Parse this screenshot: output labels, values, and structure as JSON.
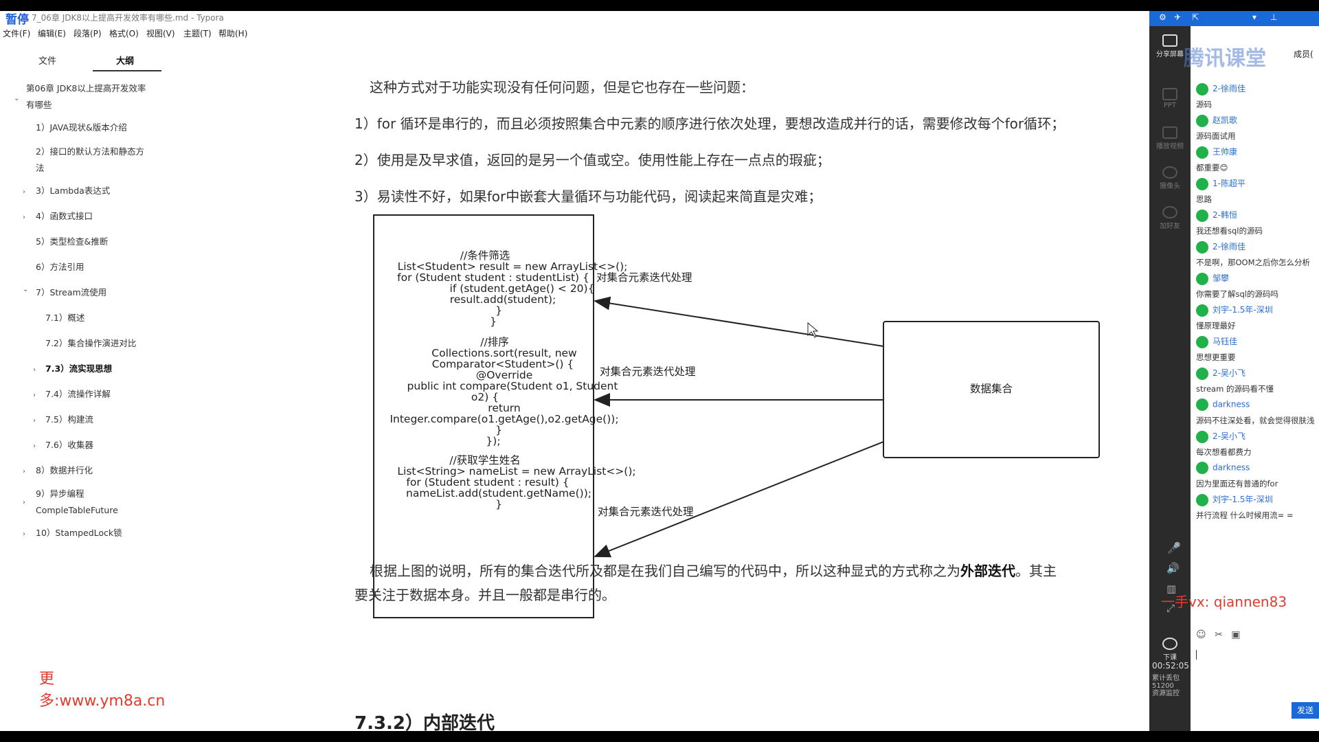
{
  "window": {
    "title": "7_06章 JDK8以上提高开发效率有哪些.md - Typora",
    "paused_label": "暂停"
  },
  "menu": [
    "文件(F)",
    "编辑(E)",
    "段落(P)",
    "格式(O)",
    "视图(V)",
    "主题(T)",
    "帮助(H)"
  ],
  "sidebar": {
    "tabs": [
      "文件",
      "大纲"
    ],
    "outline": [
      {
        "text": "第06章 JDK8以上提高开发效率",
        "text2": "有哪些"
      },
      {
        "text": "1）JAVA现状&版本介绍"
      },
      {
        "text": "2）接口的默认方法和静态方",
        "text2": "法"
      },
      {
        "text": "3）Lambda表达式"
      },
      {
        "text": "4）函数式接口"
      },
      {
        "text": "5）类型检查&推断"
      },
      {
        "text": "6）方法引用"
      },
      {
        "text": "7）Stream流使用"
      },
      {
        "text": "7.1）概述"
      },
      {
        "text": "7.2）集合操作演进对比"
      },
      {
        "text": "7.3）流实现思想"
      },
      {
        "text": "7.4）流操作详解"
      },
      {
        "text": "7.5）构建流"
      },
      {
        "text": "7.6）收集器"
      },
      {
        "text": "8）数据并行化"
      },
      {
        "text": "9）异步编程",
        "text2": "CompleTableFuture"
      },
      {
        "text": "10）StampedLock锁"
      }
    ],
    "watermark": "更多:www.ym8a.cn"
  },
  "doc": {
    "para1": "这种方式对于功能实现没有任何问题，但是它也存在一些问题：",
    "item1": "1）for 循环是串行的，而且必须按照集合中元素的顺序进行依次处理，要想改造成并行的话，需要修改每个for循环；",
    "item2": "2）使用是及早求值，返回的是另一个值或空。使用性能上存在一点点的瑕疵；",
    "item3": "3）易读性不好，如果for中嵌套大量循环与功能代码，阅读起来简直是灾难；",
    "diagram": {
      "code": [
        "//条件筛选",
        "List<Student> result = new ArrayList<>();",
        "for (Student student : studentList) {",
        "if (student.getAge() < 20){",
        "result.add(student);",
        "}",
        "}",
        "//排序",
        "Collections.sort(result, new",
        "Comparator<Student>() {",
        "@Override",
        "public int compare(Student o1, Student",
        "o2) {",
        "return",
        "Integer.compare(o1.getAge(),o2.getAge());",
        "}",
        "});",
        "//获取学生姓名",
        "List<String> nameList = new ArrayList<>();",
        "for (Student student : result) {",
        "nameList.add(student.getName());",
        "}"
      ],
      "arrow_label": "对集合元素迭代处理",
      "box_label": "数据集合"
    },
    "para2a": "根据上图的说明，所有的集合迭代所及都是在我们自己编写的代码中，所以这种显式的方式称之为",
    "para2b": "外部迭代",
    "para2c": "。其主",
    "para2d": "要关注于数据本身。并且一般都是串行的。",
    "section": "7.3.2）内部迭代"
  },
  "panel": {
    "brand": "腾讯课堂",
    "members": "成员(",
    "tools": [
      "分享屏幕",
      "PPT",
      "播放视频",
      "摄像头",
      "加好友",
      "下课"
    ],
    "chat": [
      {
        "name": "2-徐雨佳",
        "msg": "源码"
      },
      {
        "name": "赵凯歌",
        "msg": "源码面试用"
      },
      {
        "name": "王帅康",
        "msg": "都重要😊"
      },
      {
        "name": "1-陈超平",
        "msg": "思路"
      },
      {
        "name": "2-韩恒",
        "msg": "我还想看sql的源码"
      },
      {
        "name": "2-徐雨佳",
        "msg": "不是啊，那OOM之后你怎么分析"
      },
      {
        "name": "邹攀",
        "msg": "你需要了解sql的源码吗"
      },
      {
        "name": "刘宇-1.5年-深圳",
        "msg": "懂原理最好"
      },
      {
        "name": "马钰佳",
        "msg": "思想更重要"
      },
      {
        "name": "2-吴小飞",
        "msg": "stream 的源码看不懂"
      },
      {
        "name": "darkness",
        "msg": "源码不往深处看，就会觉得很肤浅"
      },
      {
        "name": "2-吴小飞",
        "msg": "每次想看都费力"
      },
      {
        "name": "darkness",
        "msg": "因为里面还有普通的for"
      },
      {
        "name": "刘宇-1.5年-深圳",
        "msg": "并行流程 什么时候用流= ="
      }
    ],
    "overlay": "一手vx: qiannen83",
    "timer": "00:52:05",
    "stats": [
      "累计丢包",
      "51200",
      "资源监控"
    ],
    "send": "发送"
  }
}
